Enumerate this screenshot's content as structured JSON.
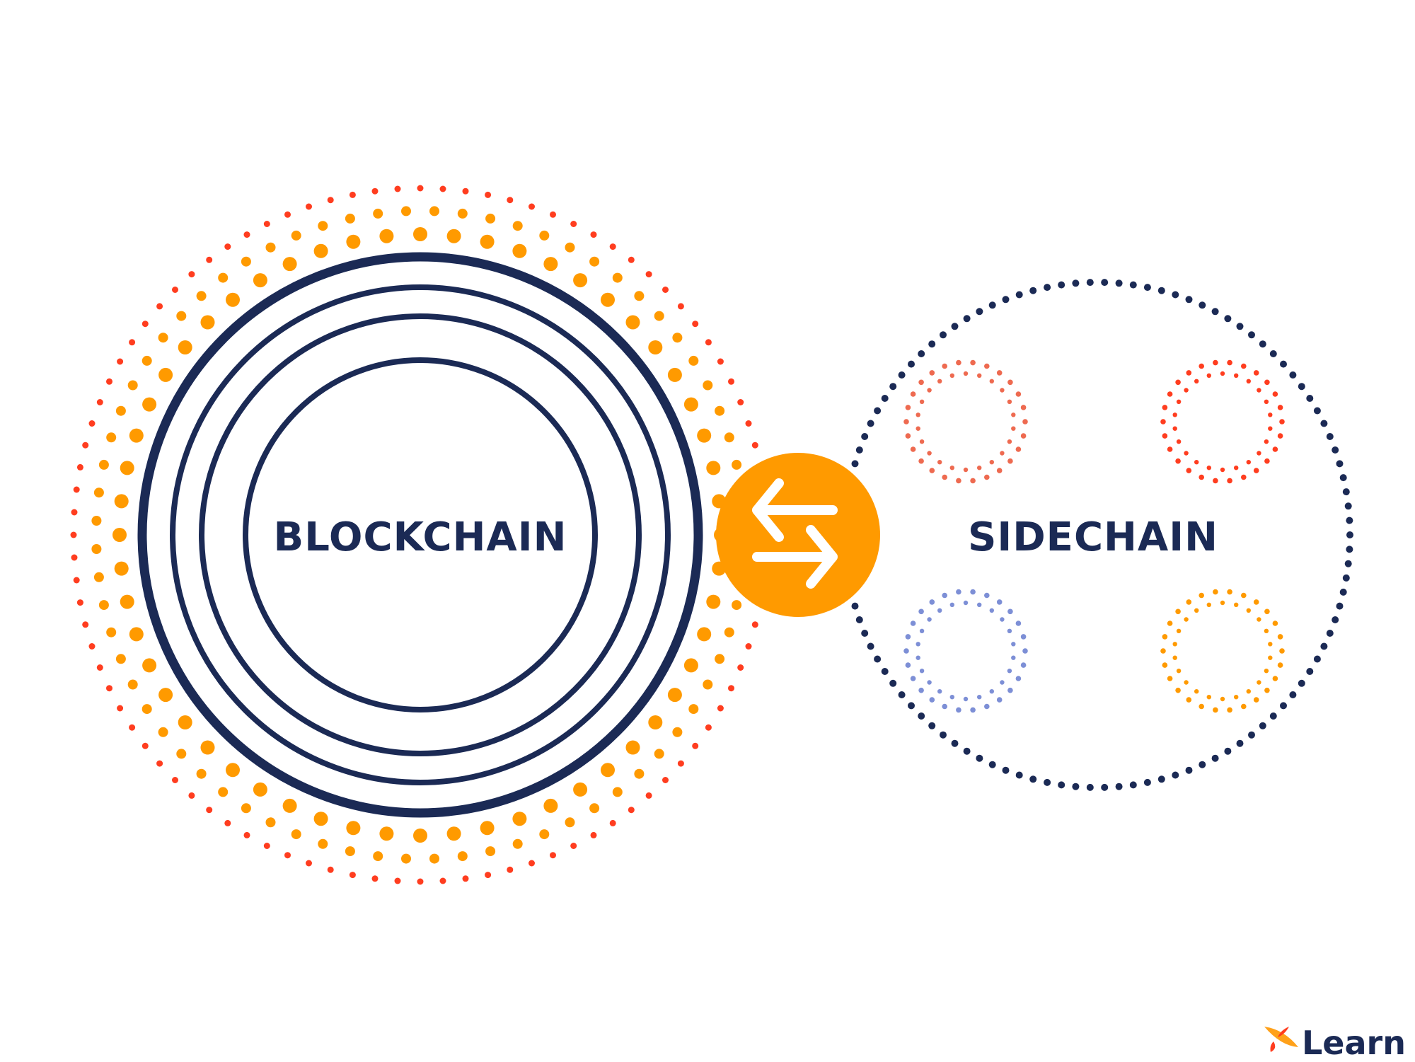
{
  "diagram": {
    "left_label": "BLOCKCHAIN",
    "right_label": "SIDECHAIN",
    "connector_icon": "swap-arrows-icon",
    "colors": {
      "navy": "#1b2a55",
      "orange": "#ff9a00",
      "red": "#ff3d1f",
      "salmon": "#ee6a50",
      "blue": "#7d8fd6",
      "white": "#ffffff"
    }
  },
  "logo": {
    "text": "Learn",
    "icon": "x-logo-icon"
  }
}
